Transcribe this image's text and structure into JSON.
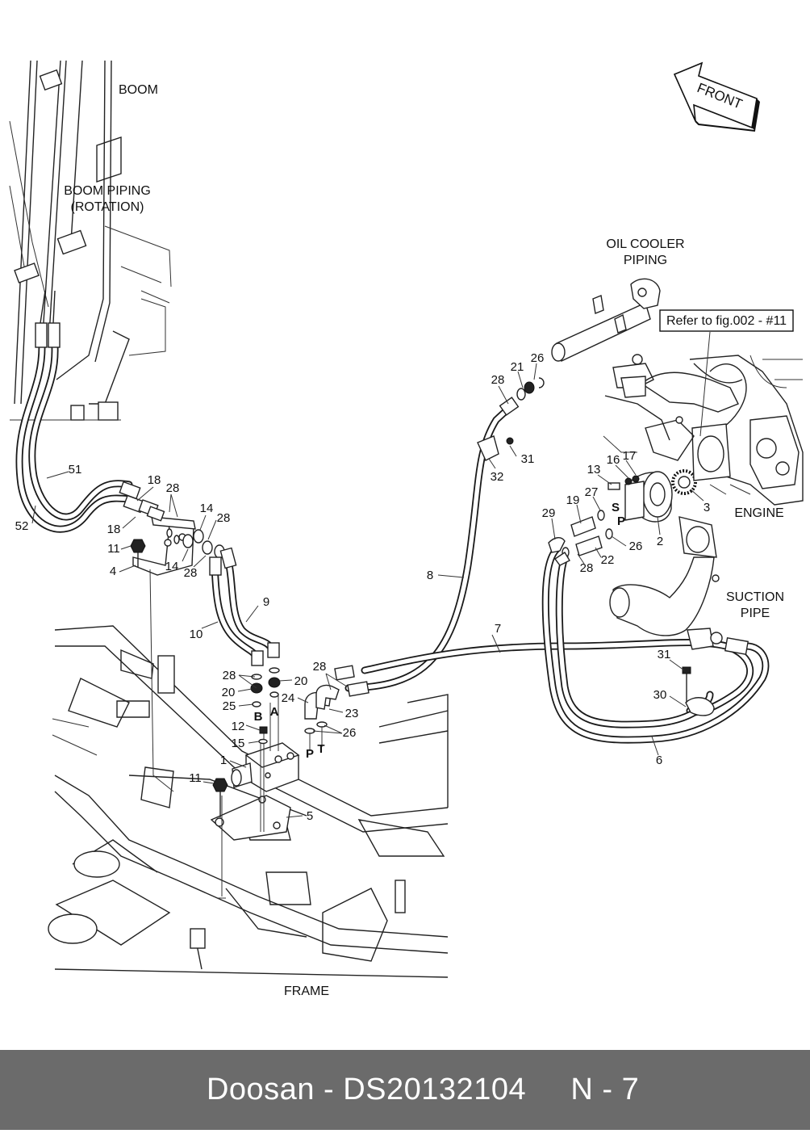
{
  "labels": {
    "boom": "BOOM",
    "boom_piping_1": "BOOM PIPING",
    "boom_piping_2": "(ROTATION)",
    "oil_cooler_1": "OIL COOLER",
    "oil_cooler_2": "PIPING",
    "refer": "Refer to fig.002 - #11",
    "front": "FRONT",
    "engine": "ENGINE",
    "suction_1": "SUCTION",
    "suction_2": "PIPE",
    "frame": "FRAME"
  },
  "ports": {
    "B": "B",
    "A": "A",
    "P_valve": "P",
    "T_valve": "T",
    "S_pump": "S",
    "P_pump": "P"
  },
  "callouts": {
    "n1": "1",
    "n2": "2",
    "n3": "3",
    "n4": "4",
    "n5": "5",
    "n6": "6",
    "n7": "7",
    "n8": "8",
    "n9": "9",
    "n10": "10",
    "n11a": "11",
    "n11b": "11",
    "n12": "12",
    "n13": "13",
    "n14a": "14",
    "n14b": "14",
    "n15": "15",
    "n16": "16",
    "n17": "17",
    "n18a": "18",
    "n18b": "18",
    "n19": "19",
    "n20a": "20",
    "n20b": "20",
    "n21": "21",
    "n22": "22",
    "n23": "23",
    "n24": "24",
    "n25": "25",
    "n26a": "26",
    "n26b": "26",
    "n26c": "26",
    "n27": "27",
    "n28a": "28",
    "n28b": "28",
    "n28c": "28",
    "n28d": "28",
    "n28e": "28",
    "n28f": "28",
    "n28g": "28",
    "n29": "29",
    "n30": "30",
    "n31a": "31",
    "n31b": "31",
    "n32": "32",
    "n51": "51",
    "n52": "52"
  },
  "footer": {
    "brand": "Doosan",
    "sep": " - ",
    "part_no": "DS20132104",
    "page": "N - 7"
  },
  "colors": {
    "footer_bg": "#6b6b6b",
    "footer_text": "#ffffff",
    "line": "#222222"
  }
}
